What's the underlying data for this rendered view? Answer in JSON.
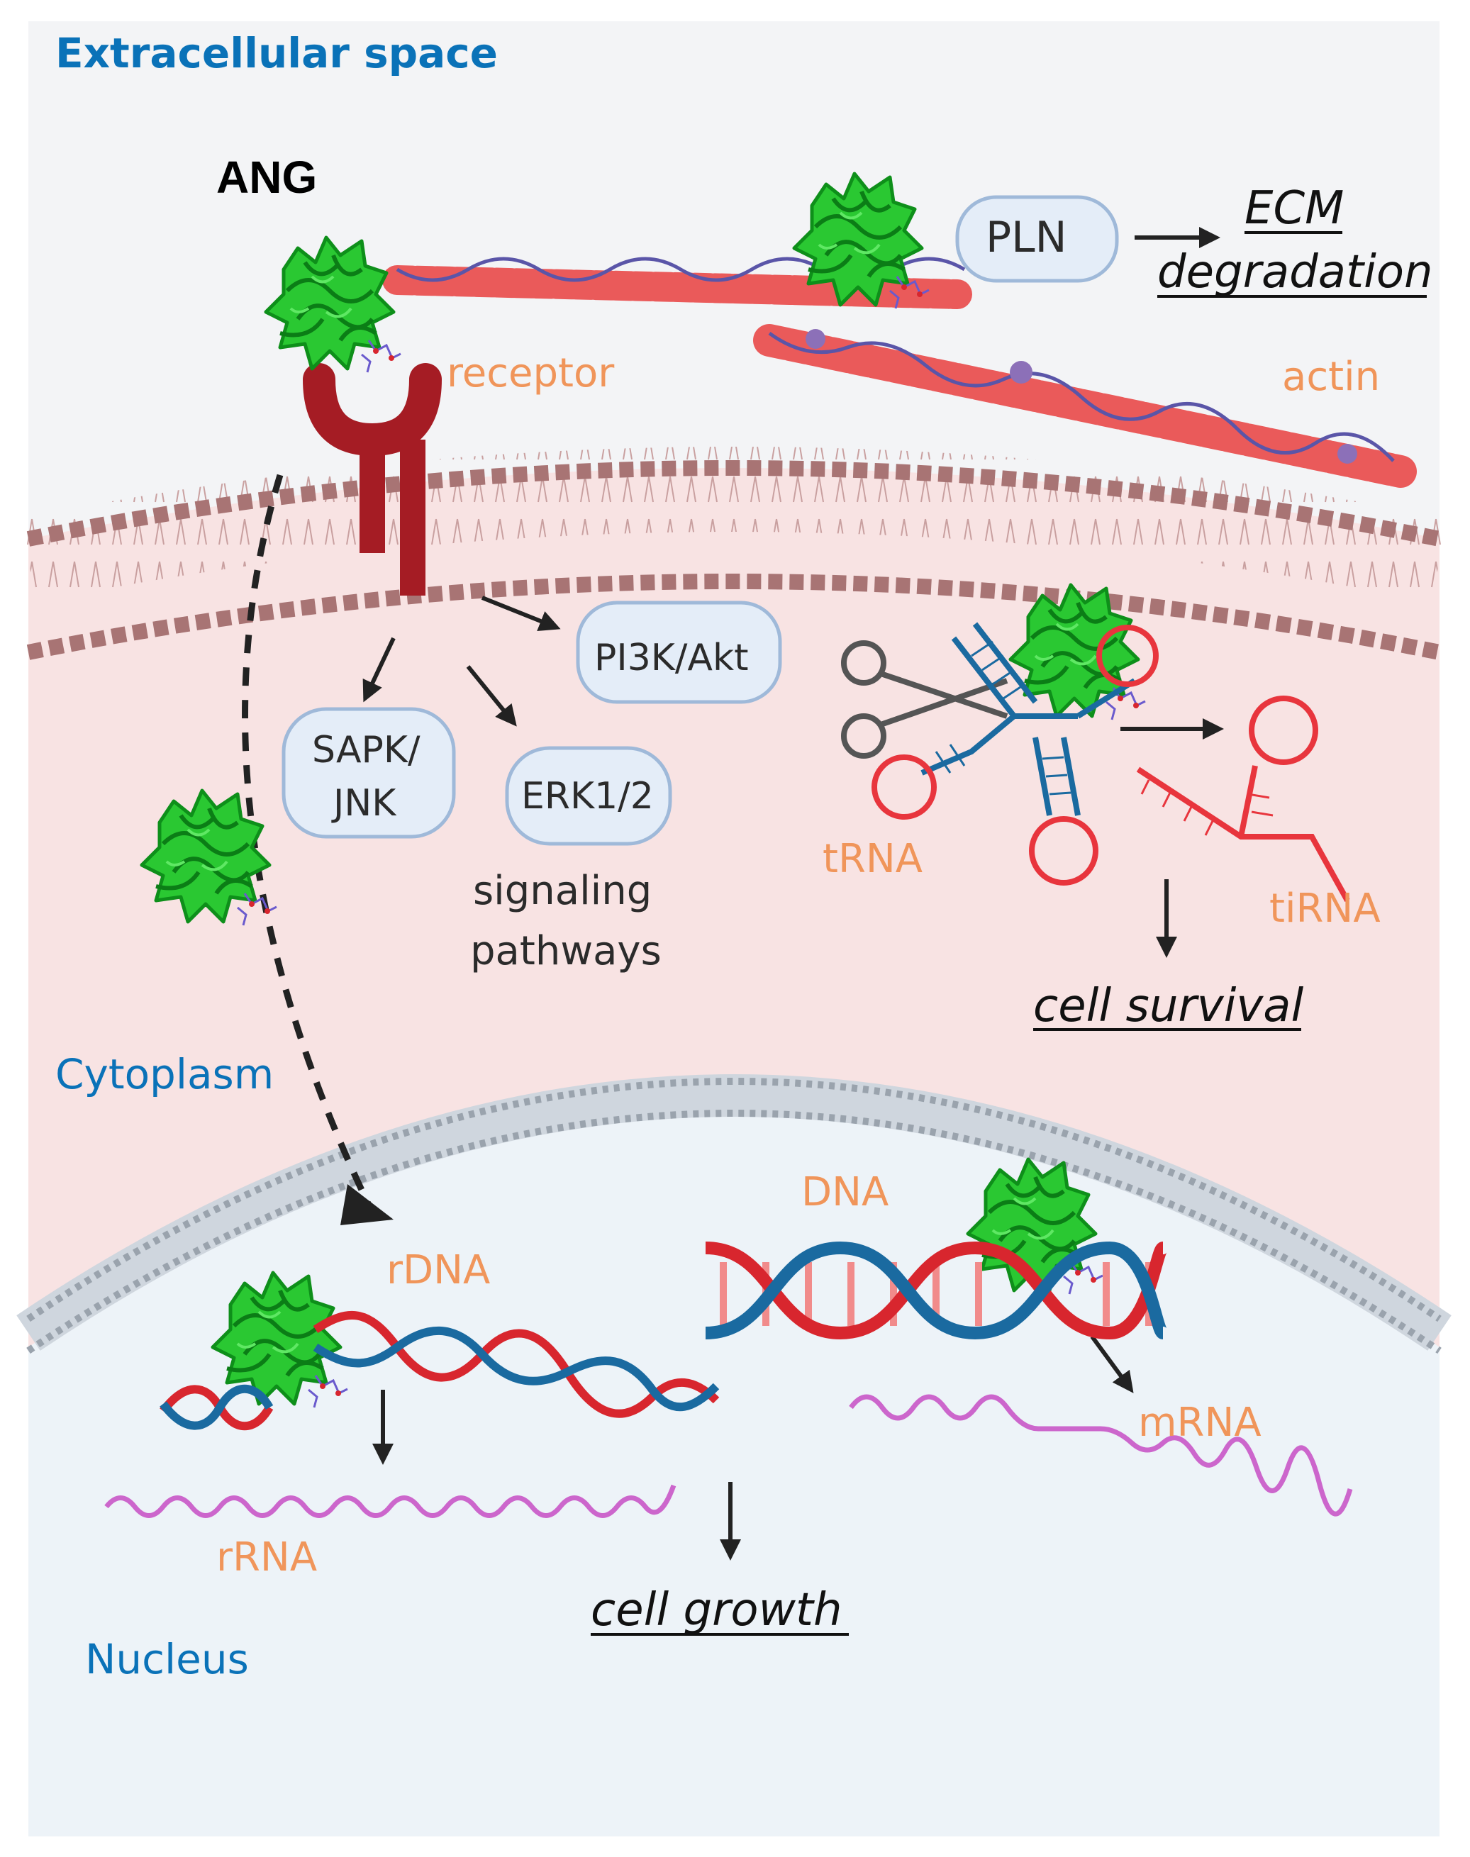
{
  "regions": {
    "extracellular": "Extracellular space",
    "cytoplasm": "Cytoplasm",
    "nucleus": "Nucleus"
  },
  "labels": {
    "ang": "ANG",
    "receptor": "receptor",
    "actin": "actin",
    "pln": "PLN",
    "pi3k": "PI3K/Akt",
    "sapk_line1": "SAPK/",
    "sapk_line2": "JNK",
    "erk": "ERK1/2",
    "signaling_line1": "signaling",
    "signaling_line2": "pathways",
    "trna": "tRNA",
    "tirna": "tiRNA",
    "dna": "DNA",
    "rdna": "rDNA",
    "mrna": "mRNA",
    "rrna": "rRNA"
  },
  "outcomes": {
    "ecm_line1": "ECM",
    "ecm_line2": "degradation",
    "cell_survival": "cell survival",
    "cell_growth": "cell growth"
  },
  "colors": {
    "region_label": "#0a72b8",
    "molecule_label": "#f0955a",
    "protein": "#1fb52a",
    "receptor": "#a51c24",
    "strand_red": "#d8262e",
    "strand_blue": "#1a6aa0",
    "mrna": "#cc66cc",
    "cytoplasm_bg": "#f8e3e3",
    "nucleus_bg": "#edf3f8"
  }
}
